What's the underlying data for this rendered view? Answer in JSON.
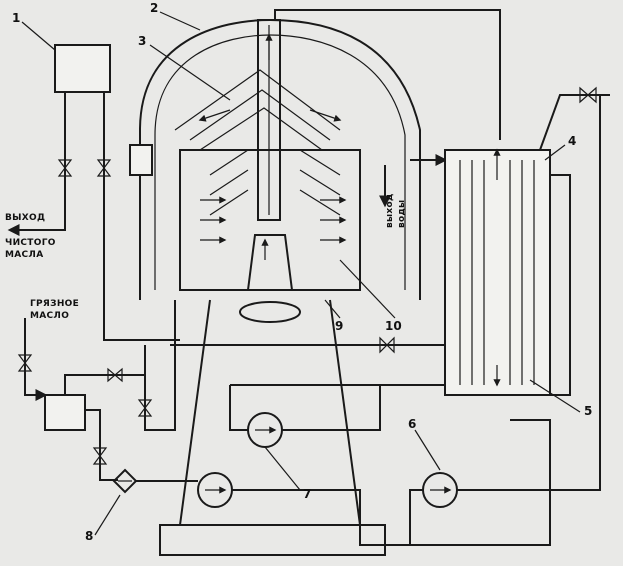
{
  "labels": {
    "n1": "1",
    "n2": "2",
    "n3": "3",
    "n4": "4",
    "n5": "5",
    "n6": "6",
    "n7": "7",
    "n8": "8",
    "n9": "9",
    "n10": "10",
    "clean_oil_line1": "ВЫХОД",
    "clean_oil_line2": "ЧИСТОГО",
    "clean_oil_line3": "МАСЛА",
    "dirty_oil_line1": "ГРЯЗНОЕ",
    "dirty_oil_line2": "МАСЛО",
    "water_line1": "выход",
    "water_line2": "воды"
  }
}
